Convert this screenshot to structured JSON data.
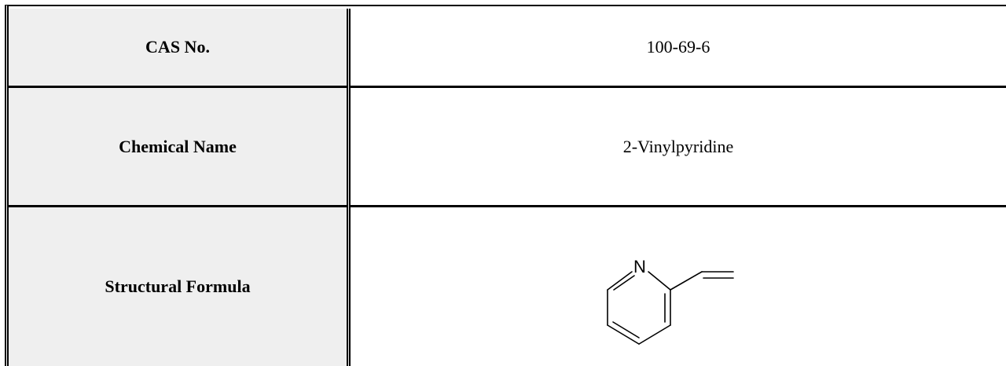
{
  "rows": [
    {
      "label": "CAS No.",
      "value": "100-69-6"
    },
    {
      "label": "Chemical Name",
      "value": "2-Vinylpyridine"
    },
    {
      "label": "Structural Formula",
      "value_type": "structure-image",
      "atom_label": "N"
    }
  ],
  "colors": {
    "label_background": "#efefef",
    "border": "#000000",
    "text": "#000000"
  }
}
